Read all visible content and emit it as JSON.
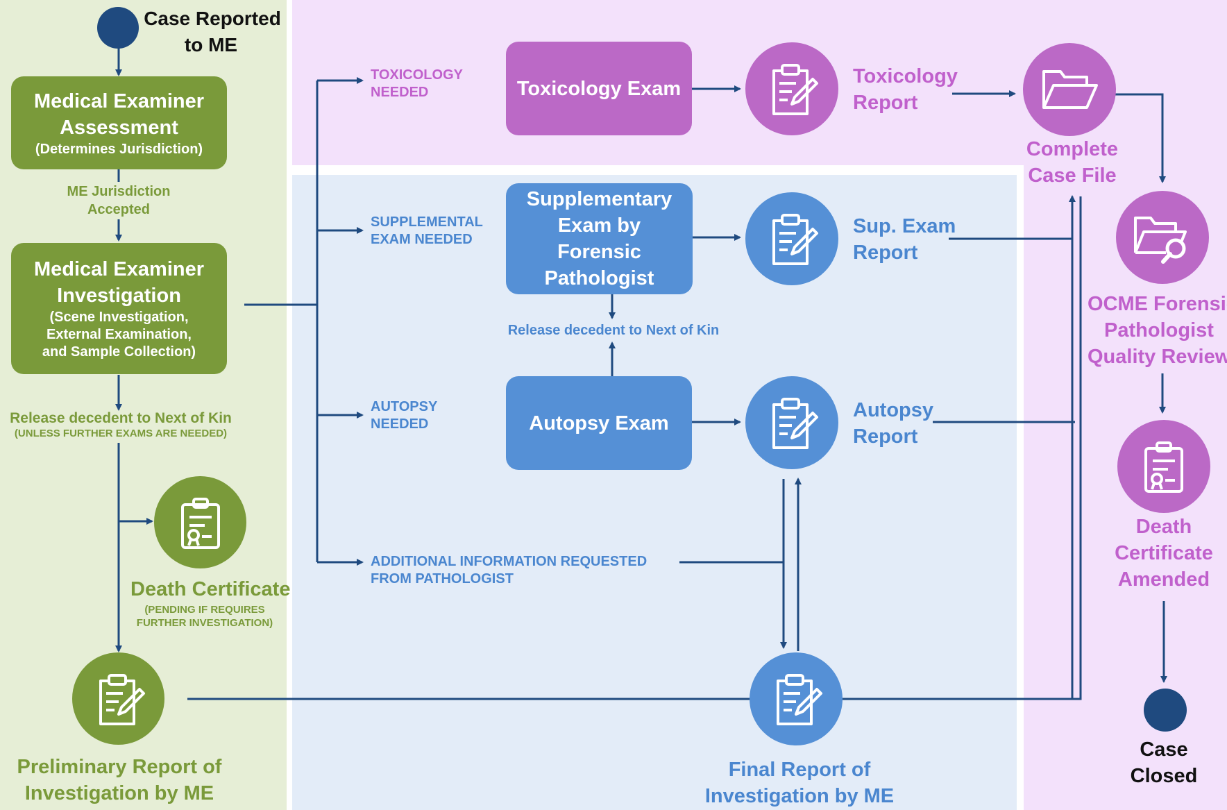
{
  "colors": {
    "green_panel": "#e6eed6",
    "green": "#7a9a3a",
    "pink_panel": "#f3e1fb",
    "purple": "#bb69c6",
    "purple_text": "#c060cc",
    "blue_panel": "#e3ecf8",
    "blue": "#5590d6",
    "blue_text": "#4a86cf",
    "arrow": "#1f4a7f",
    "dot": "#1f4a7f"
  },
  "start": {
    "label_line1": "Case Reported",
    "label_line2": "to ME"
  },
  "me_assessment": {
    "title_line1": "Medical Examiner",
    "title_line2": "Assessment",
    "sub": "(Determines Jurisdiction)"
  },
  "jurisdiction": {
    "line1": "ME Jurisdiction",
    "line2": "Accepted"
  },
  "me_investigation": {
    "title_line1": "Medical Examiner",
    "title_line2": "Investigation",
    "sub1": "(Scene Investigation,",
    "sub2": "External Examination,",
    "sub3": "and Sample Collection)"
  },
  "release_green": {
    "line1": "Release decedent to Next of Kin",
    "line2": "(UNLESS FURTHER EXAMS ARE NEEDED)"
  },
  "death_certificate": {
    "title": "Death Certificate",
    "sub1": "(PENDING IF REQUIRES",
    "sub2": "FURTHER INVESTIGATION)"
  },
  "preliminary_report": {
    "line1": "Preliminary Report of",
    "line2": "Investigation by ME"
  },
  "branches": {
    "toxicology": {
      "line1": "TOXICOLOGY",
      "line2": "NEEDED"
    },
    "supplemental": {
      "line1": "SUPPLEMENTAL",
      "line2": "EXAM NEEDED"
    },
    "autopsy": {
      "line1": "AUTOPSY",
      "line2": "NEEDED"
    },
    "additional": {
      "line1": "ADDITIONAL INFORMATION REQUESTED",
      "line2": "FROM PATHOLOGIST"
    }
  },
  "toxicology_exam": {
    "title": "Toxicology Exam"
  },
  "toxicology_report": {
    "line1": "Toxicology",
    "line2": "Report"
  },
  "supplementary_exam": {
    "line1": "Supplementary",
    "line2": "Exam by",
    "line3": "Forensic",
    "line4": "Pathologist"
  },
  "release_blue": {
    "text": "Release decedent to Next of Kin"
  },
  "sup_exam_report": {
    "line1": "Sup. Exam",
    "line2": "Report"
  },
  "autopsy_exam": {
    "title": "Autopsy Exam"
  },
  "autopsy_report": {
    "line1": "Autopsy",
    "line2": "Report"
  },
  "final_report": {
    "line1": "Final Report of",
    "line2": "Investigation by ME"
  },
  "complete_case_file": {
    "line1": "Complete",
    "line2": "Case File"
  },
  "ocme_review": {
    "line1": "OCME Forensic",
    "line2": "Pathologist",
    "line3": "Quality Review"
  },
  "death_certificate_amended": {
    "line1": "Death",
    "line2": "Certificate",
    "line3": "Amended"
  },
  "end": {
    "line1": "Case",
    "line2": "Closed"
  },
  "icons": [
    "clipboard-edit-icon",
    "certificate-icon",
    "folder-open-icon",
    "folder-search-icon"
  ]
}
